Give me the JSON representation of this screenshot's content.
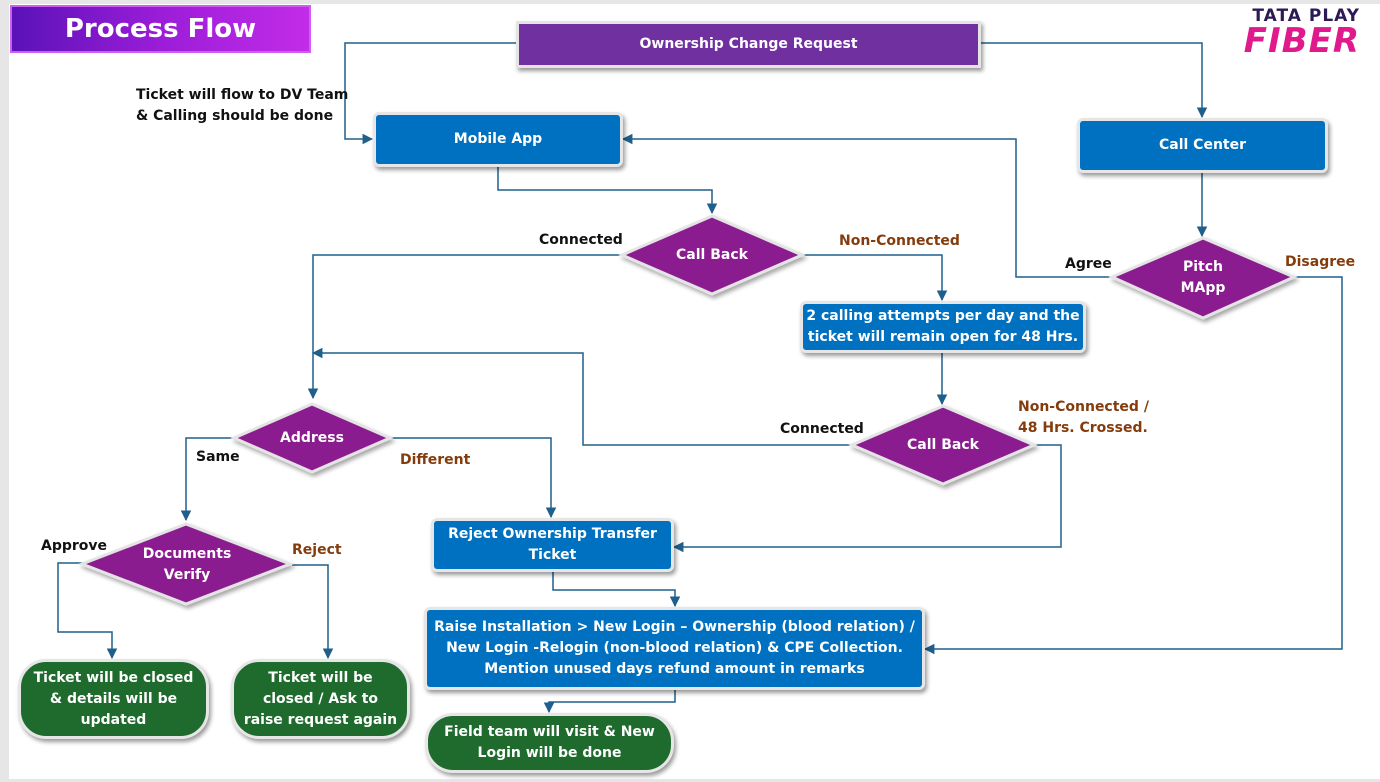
{
  "title": "Process Flow",
  "logo": {
    "line1": "TATA PLAY",
    "line2": "FIBER"
  },
  "nodes": {
    "ownership_request": "Ownership Change Request",
    "mobile_app": "Mobile App",
    "call_center": "Call Center",
    "call_back_1": "Call Back",
    "pitch_mapp": "Pitch\nMApp",
    "calling_attempts": "2 calling attempts per day and the\nticket will remain open for 48 Hrs.",
    "address": "Address",
    "call_back_2": "Call Back",
    "documents_verify": "Documents\nVerify",
    "reject_ticket": "Reject Ownership Transfer\nTicket",
    "raise_installation": "Raise Installation > New Login – Ownership (blood relation) /\nNew Login -Relogin (non-blood relation) & CPE Collection.\nMention unused days refund amount in remarks",
    "closed_updated": "Ticket will be closed\n& details will be\nupdated",
    "closed_raise_again": "Ticket will be\nclosed / Ask to\nraise request again",
    "field_team": "Field team will visit & New\nLogin will be done"
  },
  "labels": {
    "dv_team_note": "Ticket will flow to DV Team\n& Calling should be done",
    "connected_1": "Connected",
    "non_connected_1": "Non-Connected",
    "agree": "Agree",
    "disagree": "Disagree",
    "connected_2": "Connected",
    "non_connected_48": "Non-Connected /\n48 Hrs. Crossed.",
    "same": "Same",
    "different": "Different",
    "approve": "Approve",
    "reject": "Reject"
  },
  "colors": {
    "purple": "#7030a0",
    "blue": "#0070c0",
    "green": "#1e6b2d",
    "connector": "#1f5f8b",
    "label_brown": "#843c0c"
  }
}
